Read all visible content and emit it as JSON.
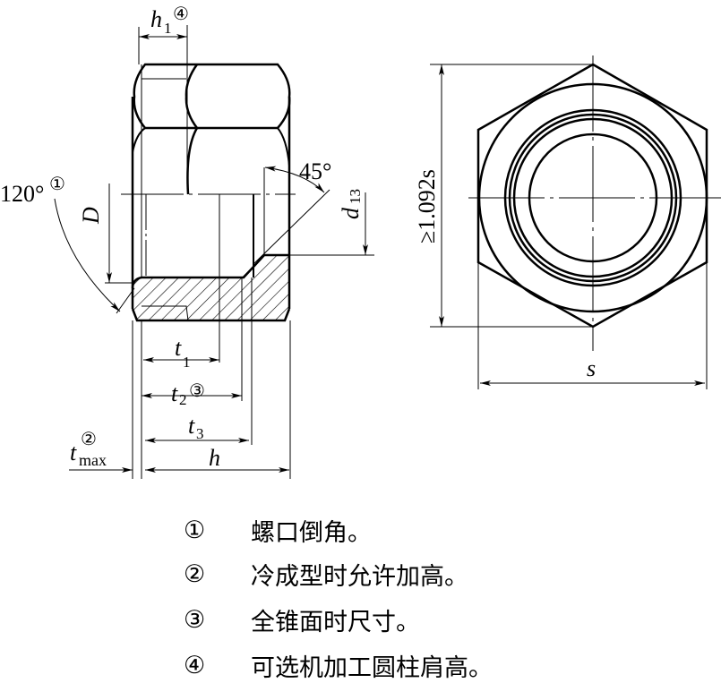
{
  "labels": {
    "h1": "h",
    "h1_sub": "1",
    "h1_note": "④",
    "angle120": "120°",
    "angle120_note": "①",
    "D": "D",
    "angle45": "45°",
    "d13": "d",
    "d13_sub": "13",
    "t1": "t",
    "t1_sub": "1",
    "t2": "t",
    "t2_sub": "2",
    "t2_note": "③",
    "t3": "t",
    "t3_sub": "3",
    "tmax": "t",
    "tmax_sub": "max",
    "tmax_note": "②",
    "h": "h",
    "across_corners": "≥1.092s",
    "s": "s"
  },
  "notes": [
    {
      "num": "①",
      "text": "螺口倒角。"
    },
    {
      "num": "②",
      "text": "冷成型时允许加高。"
    },
    {
      "num": "③",
      "text": "全锥面时尺寸。"
    },
    {
      "num": "④",
      "text": "可选机加工圆柱肩高。"
    }
  ]
}
